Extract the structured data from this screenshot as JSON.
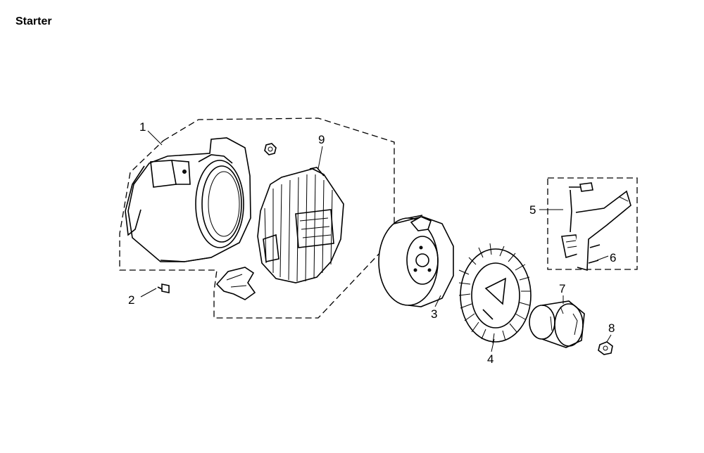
{
  "title": "Starter",
  "callouts": [
    {
      "id": "1",
      "text": "1"
    },
    {
      "id": "2",
      "text": "2"
    },
    {
      "id": "3",
      "text": "3"
    },
    {
      "id": "4",
      "text": "4"
    },
    {
      "id": "5",
      "text": "5"
    },
    {
      "id": "6",
      "text": "6"
    },
    {
      "id": "7",
      "text": "7"
    },
    {
      "id": "8",
      "text": "8"
    },
    {
      "id": "9",
      "text": "9"
    }
  ]
}
